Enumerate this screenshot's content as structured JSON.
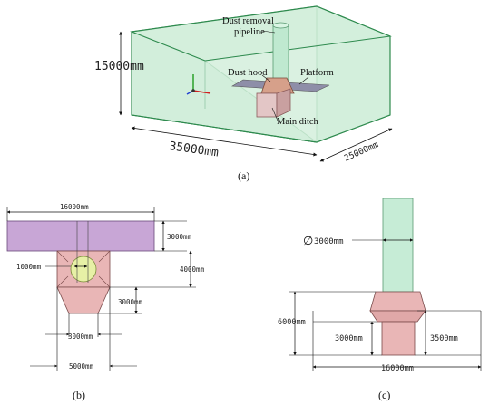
{
  "panel_a": {
    "caption": "(a)",
    "dim_height": "15000mm",
    "dim_length": "35000mm",
    "dim_depth": "25000mm",
    "label_pipeline_line1": "Dust removal",
    "label_pipeline_line2": "pipeline",
    "label_hood": "Dust hood",
    "label_platform": "Platform",
    "label_ditch": "Main ditch"
  },
  "panel_b": {
    "caption": "(b)",
    "dim_top_width": "16000mm",
    "dim_platform_thk": "3000mm",
    "dim_hood_height": "4000mm",
    "dim_pipe_dia": "1000mm",
    "dim_ditch_depth": "3000mm",
    "dim_bottom_width": "3000mm",
    "dim_ditch_width": "5000mm"
  },
  "panel_c": {
    "caption": "(c)",
    "dim_pipe_dia": "3000mm",
    "dim_total_height": "6000mm",
    "dim_lower_left": "3000mm",
    "dim_lower_right": "3500mm",
    "dim_base_width": "16000mm"
  },
  "colors": {
    "box_fill": "#d4eedc",
    "box_stroke": "#2e8a4e",
    "pipe_fill": "#c6ecd6",
    "platform_fill": "#c8a6d6",
    "hood_fill": "#e9b6b6",
    "pipe_inner": "#e7f0a6"
  }
}
